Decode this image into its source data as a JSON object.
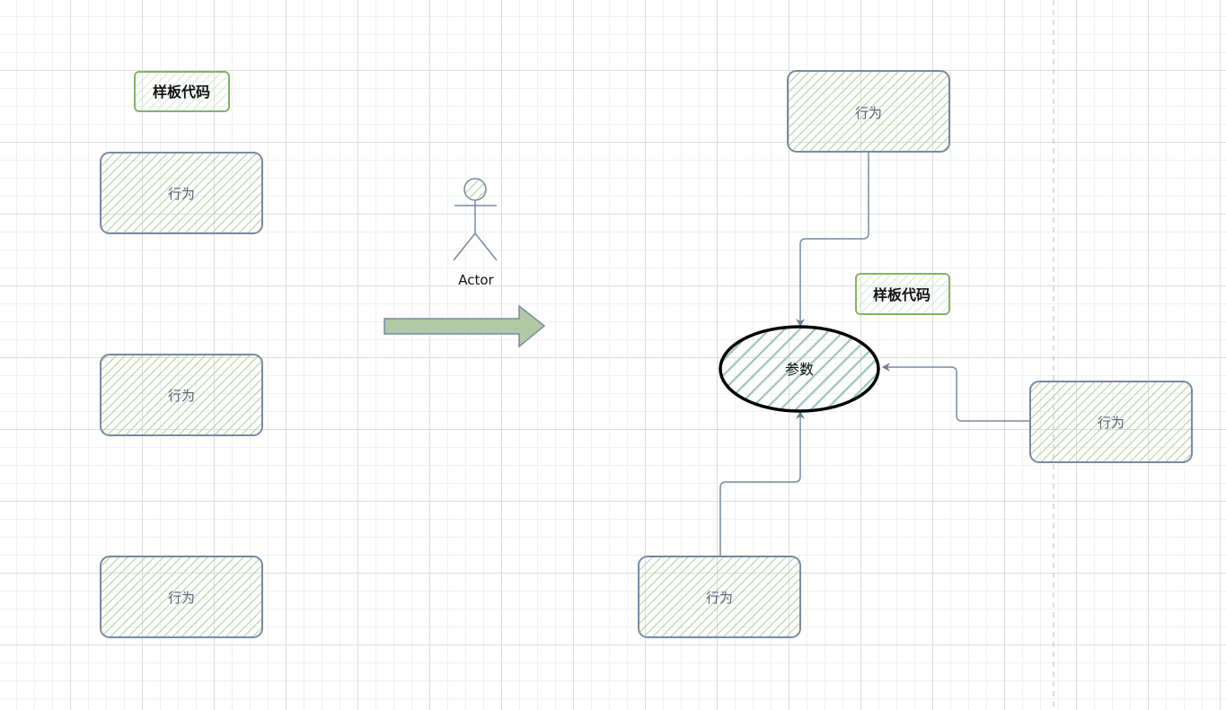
{
  "left_column": {
    "label": "样板代码",
    "boxes": [
      "行为",
      "行为",
      "行为"
    ]
  },
  "actor": {
    "label": "Actor"
  },
  "right_diagram": {
    "top_box": "行为",
    "label": "样板代码",
    "center_ellipse": "参数",
    "right_box": "行为",
    "bottom_box": "行为"
  },
  "colors": {
    "box_fill": "#b5d0a0",
    "box_stroke": "#788aa3",
    "label_stroke": "#82b366",
    "ellipse_fill": "#9ac7bf",
    "arrow_fill": "#b2c9a5"
  }
}
